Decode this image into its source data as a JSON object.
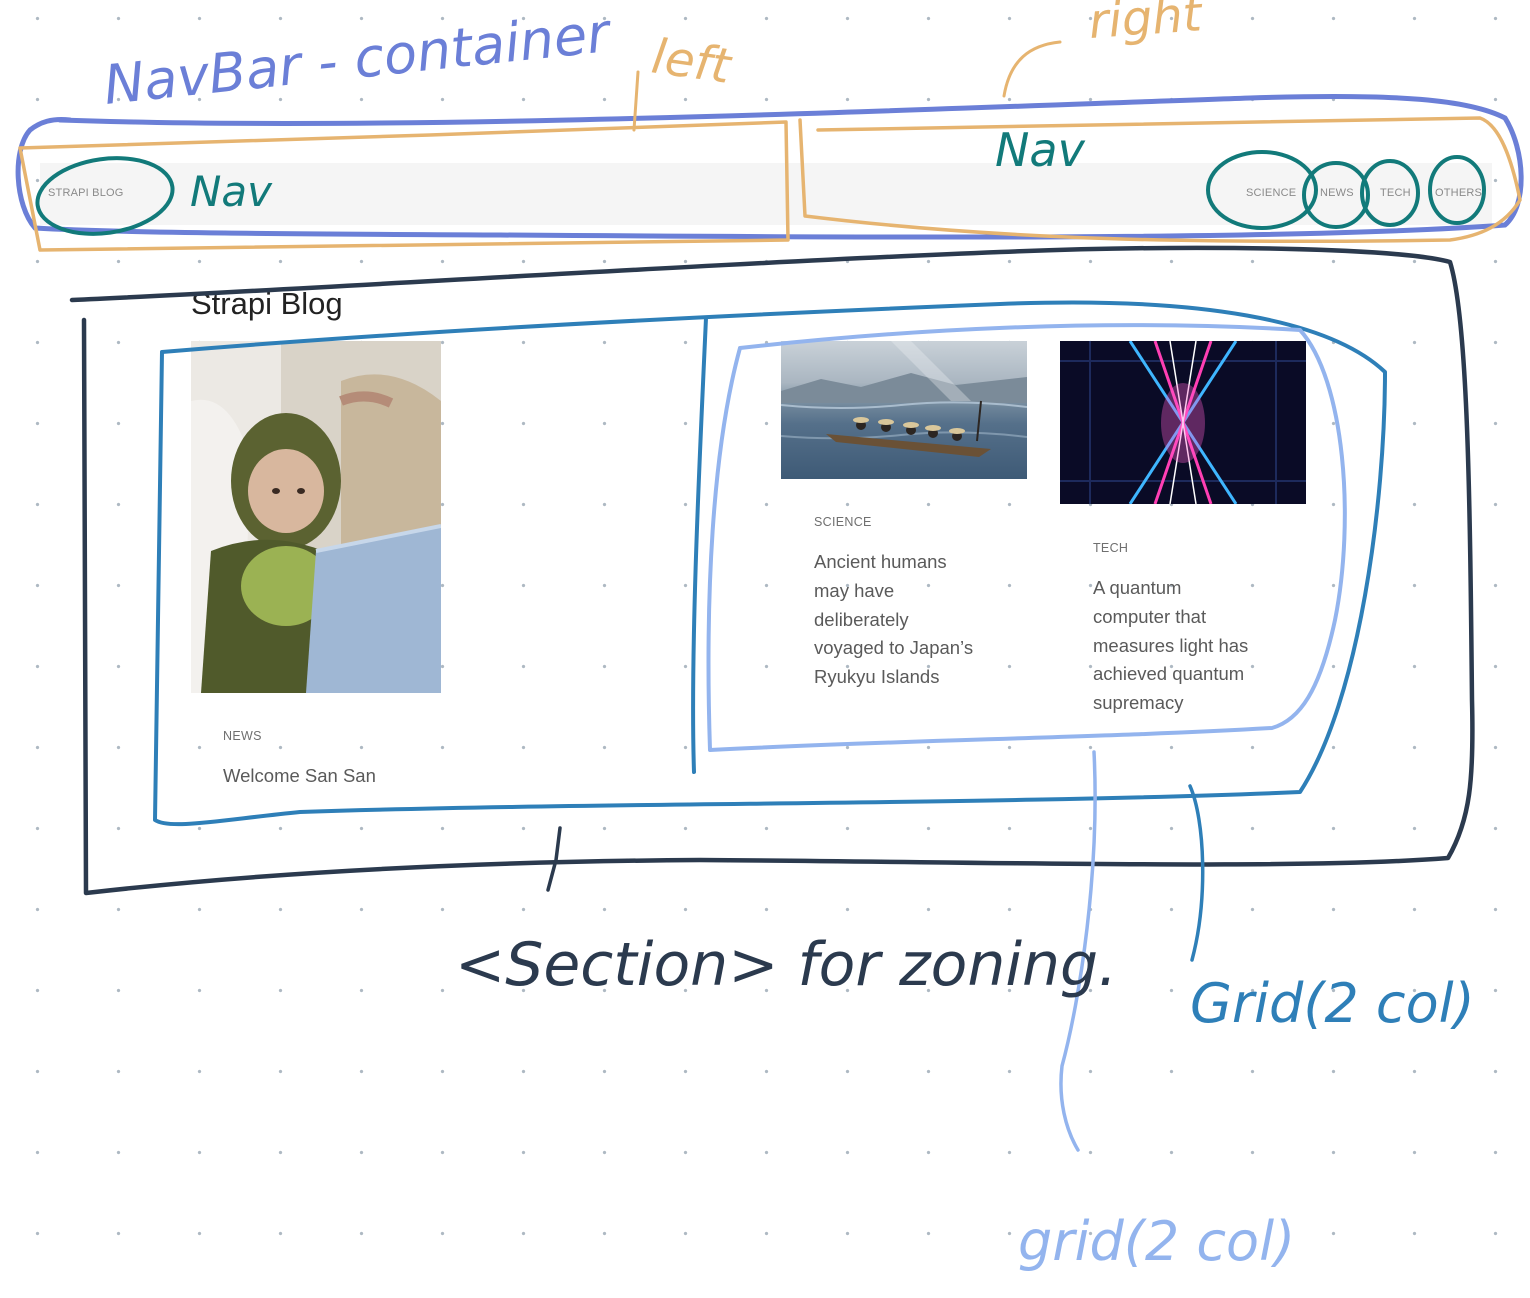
{
  "navbar": {
    "brand": "STRAPI BLOG",
    "links": [
      "SCIENCE",
      "NEWS",
      "TECH",
      "OTHERS"
    ]
  },
  "page": {
    "title": "Strapi Blog"
  },
  "articles": [
    {
      "category": "NEWS",
      "title": "Welcome San San",
      "image": "baby-in-dinosaur-costume-at-laptop"
    },
    {
      "category": "SCIENCE",
      "title_lines": [
        "Ancient humans",
        "may have",
        "deliberately",
        "voyaged to Japan’s",
        "Ryukyu Islands"
      ],
      "image": "canoe-on-sea"
    },
    {
      "category": "TECH",
      "title_lines": [
        "A quantum",
        "computer that",
        "measures light has",
        "achieved quantum",
        "supremacy"
      ],
      "image": "neon-light-tunnel"
    }
  ],
  "annotations": {
    "navbar_container": "NavBar - container",
    "left": "left",
    "right": "right",
    "nav_left": "Nav",
    "nav_right": "Nav",
    "section": "<Section> for zoning.",
    "grid_outer": "Grid(2 col)",
    "grid_inner": "grid(2 col)"
  },
  "colors": {
    "navbar_container": "#6b7fd7",
    "left_right": "#e6b470",
    "nav": "#127a7a",
    "section": "#2b3a4e",
    "grid_outer": "#2e7fb8",
    "grid_inner": "#93b4ee"
  }
}
